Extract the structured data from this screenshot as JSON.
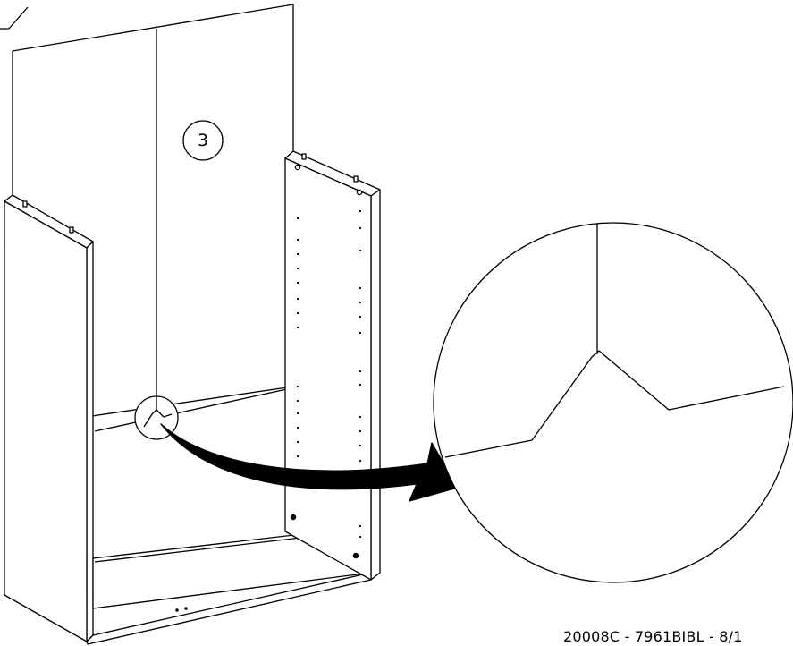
{
  "step": {
    "number": "3"
  },
  "footer": {
    "document_code": "20008C - 7961BIBL - 8/1"
  },
  "colors": {
    "line": "#000000",
    "paper": "#ffffff"
  },
  "icons": {
    "arrow": "curved-pointer-arrow",
    "detail": "magnified-detail-circle"
  }
}
